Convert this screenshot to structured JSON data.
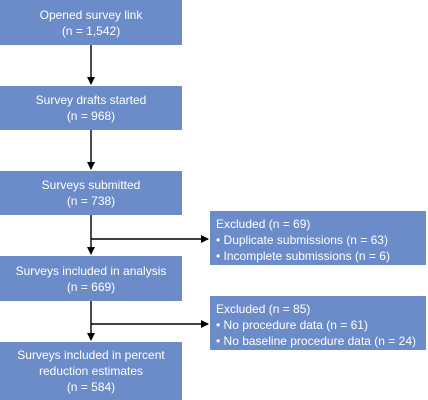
{
  "flow": {
    "opened": {
      "title": "Opened survey link",
      "count": "(n = 1,542)"
    },
    "drafts": {
      "title": "Survey drafts started",
      "count": "(n = 968)"
    },
    "submitted": {
      "title": "Surveys submitted",
      "count": "(n = 738)"
    },
    "included": {
      "title": "Surveys included in analysis",
      "count": "(n = 669)"
    },
    "final": {
      "line1": "Surveys included in percent",
      "line2": "reduction estimates",
      "count": "(n = 584)"
    }
  },
  "exclusions": [
    {
      "title": "Excluded (n = 69)",
      "items": [
        "• Duplicate submissions (n = 63)",
        "• Incomplete submissions (n = 6)"
      ]
    },
    {
      "title": "Excluded (n = 85)",
      "items": [
        "• No procedure data (n = 61)",
        "• No baseline procedure data (n = 24)"
      ]
    }
  ],
  "colors": {
    "box": "#6b8cc8",
    "text": "#ffffff",
    "arrow": "#000000"
  }
}
